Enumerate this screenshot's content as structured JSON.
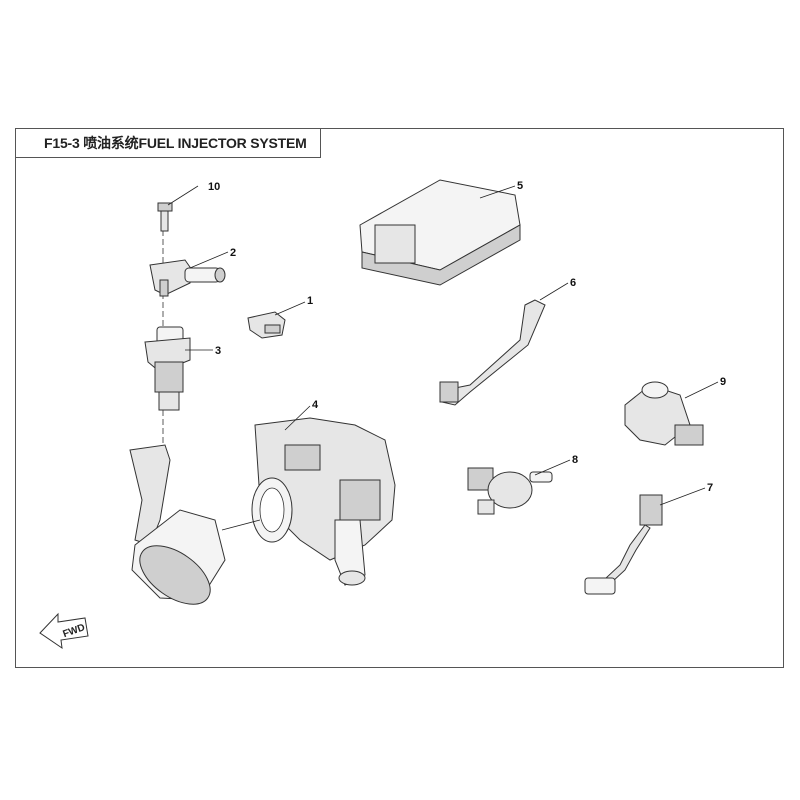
{
  "title": "F15-3 喷油系统FUEL INJECTOR SYSTEM",
  "fwd_label": "FWD",
  "callouts": {
    "c1": "1",
    "c2": "2",
    "c3": "3",
    "c4": "4",
    "c5": "5",
    "c6": "6",
    "c7": "7",
    "c8": "8",
    "c9": "9",
    "c10": "10"
  },
  "colors": {
    "frame": "#555555",
    "part_fill": "#e6e6e6",
    "line": "#222222"
  },
  "icons": [
    "fwd-arrow-icon"
  ]
}
